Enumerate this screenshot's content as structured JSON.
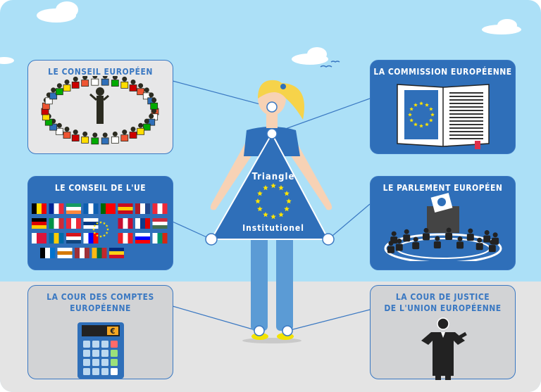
{
  "colors": {
    "sky": "#ace0f7",
    "ground": "#e4e4e4",
    "eu_blue": "#2f6fb9",
    "star": "#ffe400"
  },
  "center": {
    "line1": "Triangle",
    "line2": "Institutionel",
    "icon": "eu-flag-stars"
  },
  "boxes": {
    "conseil_europeen": {
      "title": "Le Conseil européen",
      "icon": "leaders-circle-icon"
    },
    "commission": {
      "title": "La Commission européenne",
      "icon": "open-book-icon"
    },
    "conseil_ue": {
      "title": "Le Conseil de l'UE",
      "icon": "member-flags-icon"
    },
    "parlement": {
      "title": "Le Parlement européen",
      "icon": "ballot-box-hemicycle-icon"
    },
    "cour_comptes": {
      "title_line1": "La Cour des comptes",
      "title_line2": "européenne",
      "icon": "calculator-icon",
      "calc_display": "€"
    },
    "cour_justice": {
      "title_line1": "La Cour de justice",
      "title_line2": "de l'Union européenne",
      "icon": "judge-icon"
    }
  }
}
